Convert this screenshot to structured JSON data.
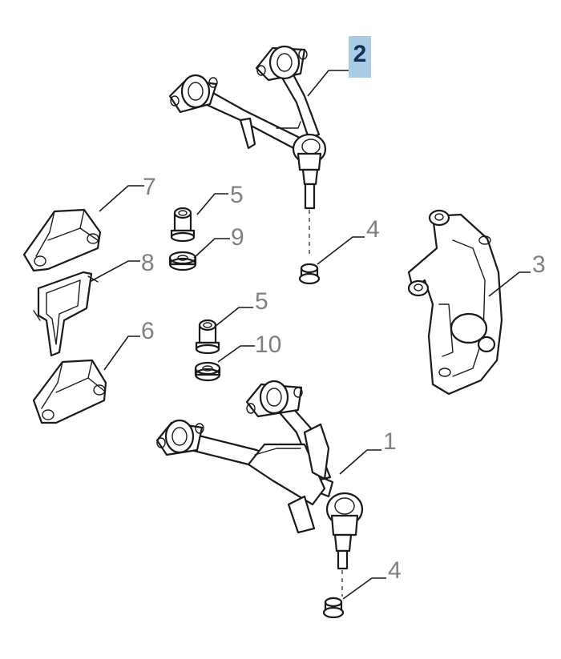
{
  "callouts": {
    "upper_arm": "2",
    "lower_arm": "1",
    "knuckle": "3",
    "nut_upper": "4",
    "nut_lower": "4",
    "bushing_upper": "5",
    "bushing_lower": "5",
    "pad_lower": "6",
    "pad_upper": "7",
    "shim": "8",
    "washer_upper": "9",
    "washer_lower": "10"
  },
  "highlight_color": "#a9cbe4"
}
